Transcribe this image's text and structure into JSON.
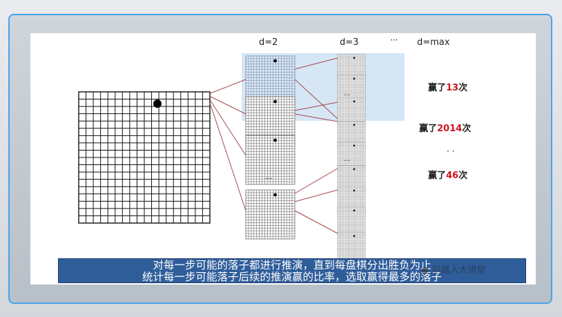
{
  "columns": {
    "d2": "d=2",
    "d3": "d=3",
    "ellipsis": "···",
    "dmax": "d=max"
  },
  "results": [
    {
      "prefix": "赢了",
      "count": "13",
      "suffix": "次"
    },
    {
      "prefix": "赢了",
      "count": "2014",
      "suffix": "次"
    },
    {
      "prefix": "赢了",
      "count": "46",
      "suffix": "次"
    }
  ],
  "results_ellipsis": "·  ·",
  "small_ellipsis": "···",
  "caption": {
    "line1": "对每一步可能的落子都进行推演，直到每盘棋分出胜负为止",
    "line2": "统计每一步可能落子后续的推演赢的比率，选取赢得最多的落子"
  },
  "watermark": "机器人大讲堂",
  "colors": {
    "highlight": "#d6e6f5",
    "count_red": "#d0141b",
    "caption_bg": "#2f5d9a",
    "frame": "#4aa3e8"
  }
}
